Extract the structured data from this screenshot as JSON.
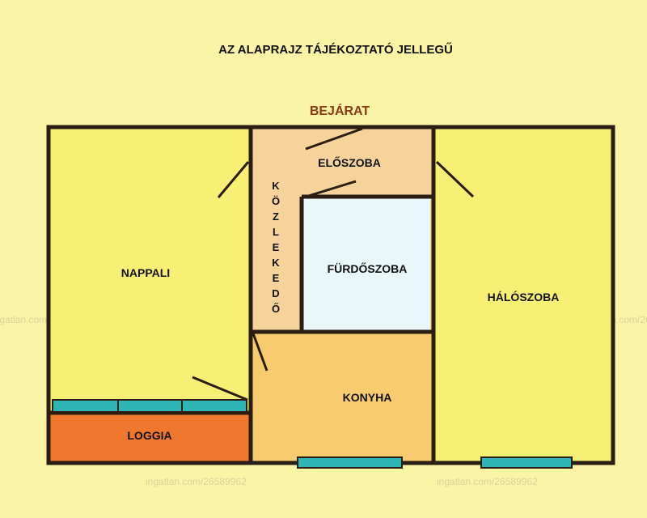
{
  "header": {
    "title": "AZ ALAPRAJZ TÁJÉKOZTATÓ JELLEGŰ"
  },
  "entrance": {
    "label": "BEJÁRAT"
  },
  "rooms": {
    "nappali": "NAPPALI",
    "eloszoba": "ELŐSZOBA",
    "furdoszoba": "FÜRDŐSZOBA",
    "haloszoba": "HÁLÓSZOBA",
    "konyha": "KONYHA",
    "loggia": "LOGGIA",
    "kozlekedo": [
      "K",
      "Ö",
      "Z",
      "L",
      "E",
      "K",
      "E",
      "D",
      "Ő"
    ]
  },
  "watermark": "ingatlan.com/26589962",
  "colors": {
    "background": "#FBF4A6",
    "room_yellow": "#F8F074",
    "corridor": "#F6D39A",
    "bathroom": "#EAF7F8",
    "kitchen": "#F8CB6E",
    "loggia": "#F0782E",
    "wall": "#2A1E14",
    "window": "#2FB5B5",
    "entrance_text": "#8A3A12"
  }
}
